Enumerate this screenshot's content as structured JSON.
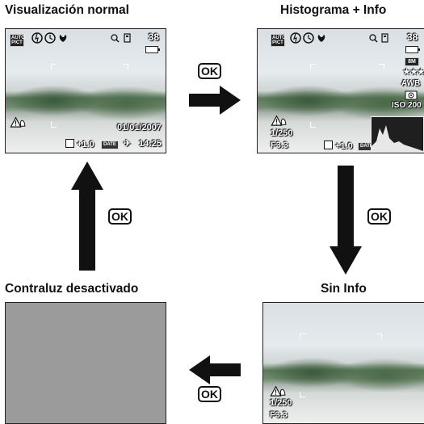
{
  "panels": {
    "normal": {
      "title": "Visualización normal",
      "mode_badge": "AUTO PICT",
      "shots": "38",
      "ev": "+1.0",
      "date_badge": "DATE",
      "date": "01/01/2007",
      "time": "14:25"
    },
    "histogram": {
      "title": "Histograma + Info",
      "mode_badge": "AUTO PICT",
      "shots": "38",
      "size_badge": "8M",
      "quality": "★★★",
      "wb": "AWB",
      "iso": "ISO 200",
      "shutter": "1/250",
      "aperture": "F3.3",
      "ev": "+1.0",
      "date_badge": "DATE"
    },
    "noinfo": {
      "title": "Sin Info",
      "shutter": "1/250",
      "aperture": "F3.3"
    },
    "backlight": {
      "title": "Contraluz desactivado"
    }
  },
  "arrows": {
    "right_label": "OK",
    "down_label": "OK",
    "left_label": "OK",
    "up_label": "OK"
  },
  "colors": {
    "arrow": "#111111",
    "grey_screen": "#9b9b9b"
  }
}
